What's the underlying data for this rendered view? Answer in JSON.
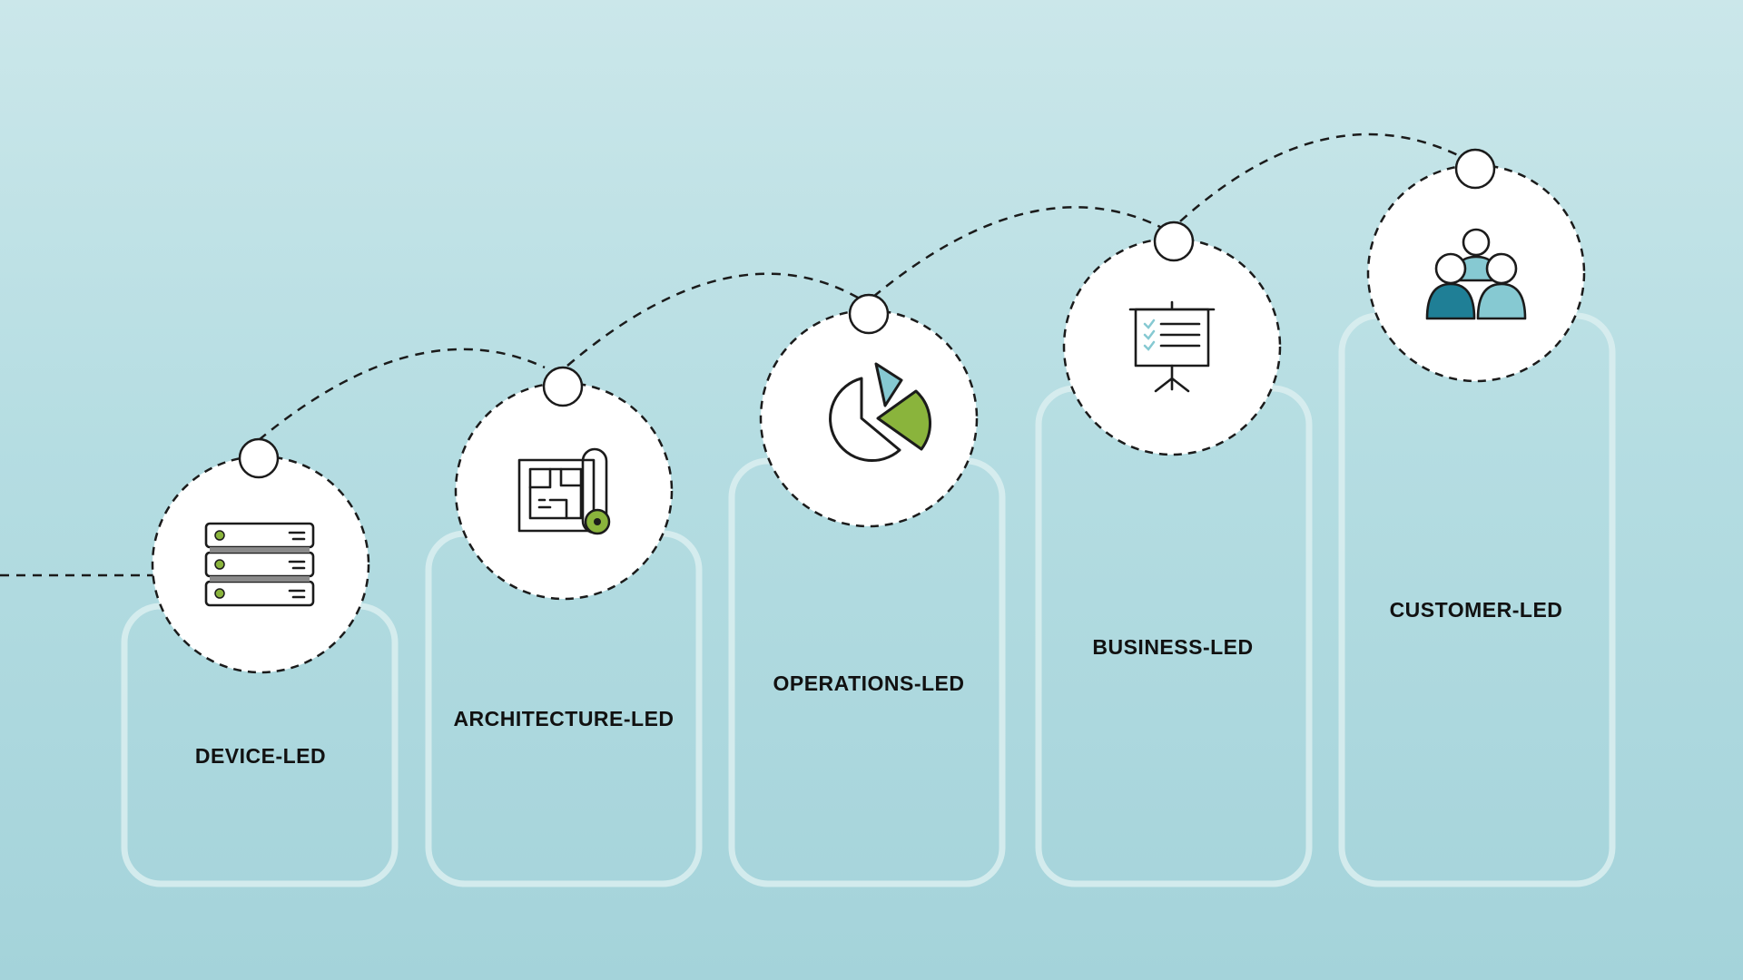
{
  "stages": [
    {
      "label": "DEVICE-LED",
      "icon": "server-stack-icon"
    },
    {
      "label": "ARCHITECTURE-LED",
      "icon": "blueprint-icon"
    },
    {
      "label": "OPERATIONS-LED",
      "icon": "pie-chart-icon"
    },
    {
      "label": "BUSINESS-LED",
      "icon": "presentation-board-icon"
    },
    {
      "label": "CUSTOMER-LED",
      "icon": "customer-group-icon"
    }
  ],
  "colors": {
    "accent_green": "#8ab43c",
    "accent_teal": "#1f7f96",
    "accent_light_teal": "#86c9d2",
    "ink": "#1b1b1b",
    "pillar": "#daeef0"
  }
}
